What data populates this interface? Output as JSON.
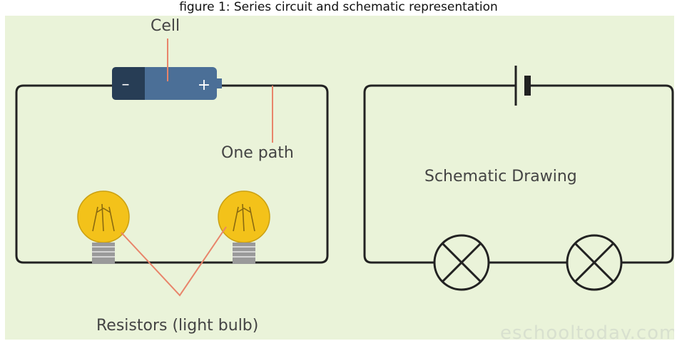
{
  "header": {
    "title": "figure 1: Series circuit and schematic representation"
  },
  "pictorial": {
    "cell_label": "Cell",
    "path_label": "One path",
    "resistor_label": "Resistors (light bulb)",
    "minus_sign": "–",
    "plus_sign": "+"
  },
  "schematic": {
    "label": "Schematic Drawing"
  },
  "watermark": "eschooltoday.com",
  "colors": {
    "background": "#eaf3d9",
    "wire": "#222222",
    "pointer": "#e8846a",
    "battery_dark": "#273d55",
    "battery_light": "#4b6f97",
    "bulb_glass": "#f3c21a",
    "bulb_base": "#9a9a9a"
  }
}
